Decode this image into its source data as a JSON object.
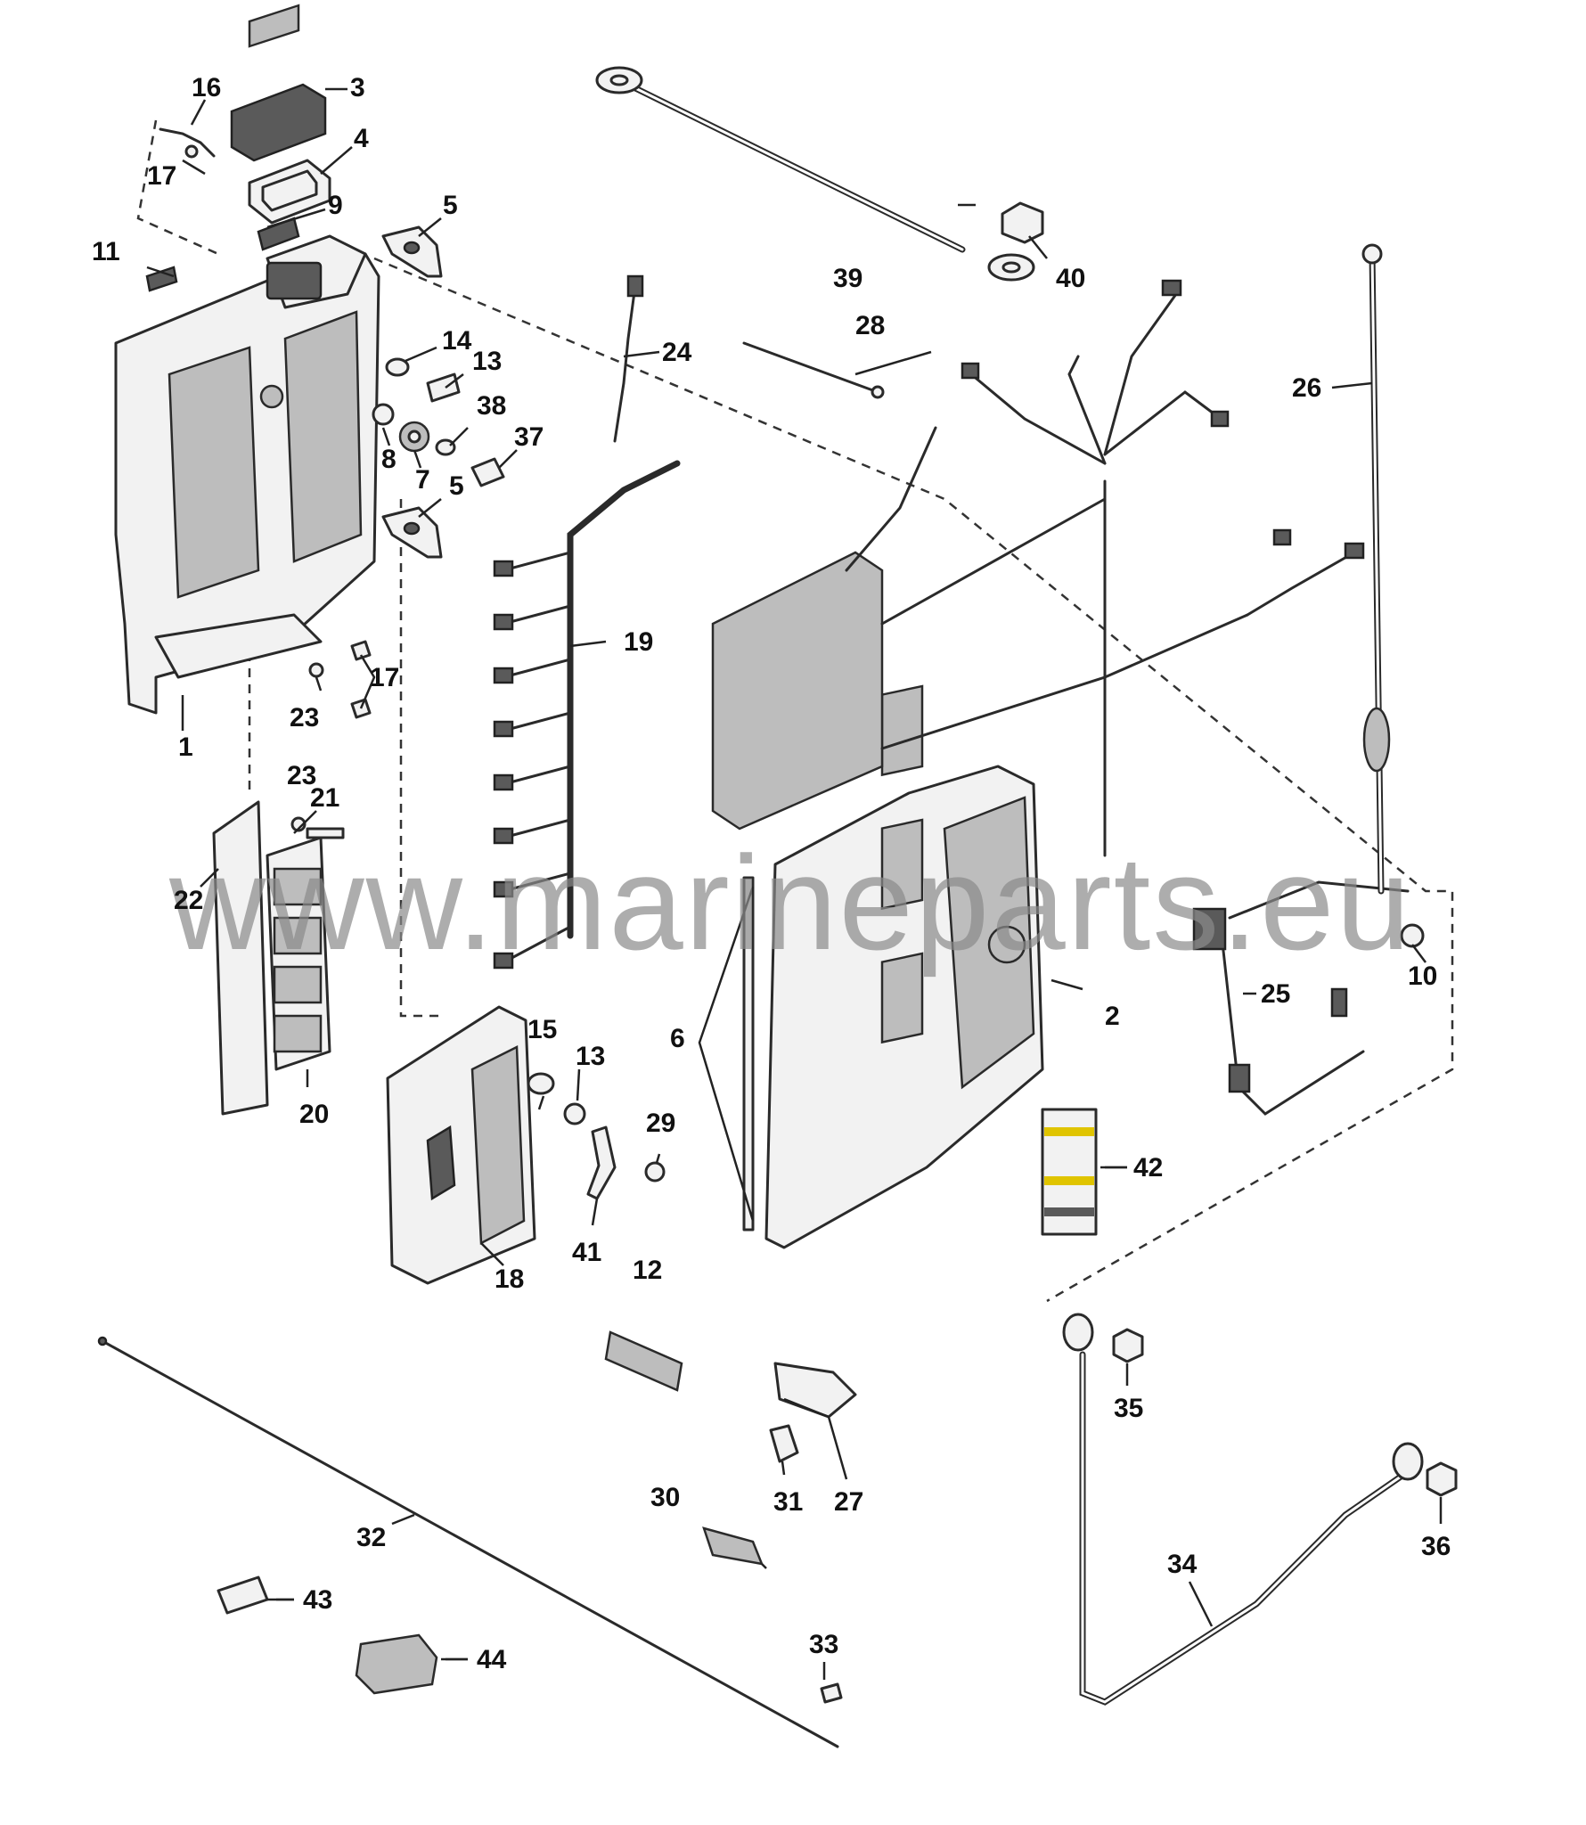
{
  "watermark": "www.marineparts.eu",
  "callouts": {
    "c1": "1",
    "c2": "2",
    "c3": "3",
    "c4": "4",
    "c5a": "5",
    "c5b": "5",
    "c6": "6",
    "c7": "7",
    "c8": "8",
    "c9": "9",
    "c10": "10",
    "c11": "11",
    "c12": "12",
    "c13a": "13",
    "c13b": "13",
    "c14": "14",
    "c15": "15",
    "c16": "16",
    "c17a": "17",
    "c17b": "17",
    "c18": "18",
    "c19": "19",
    "c20": "20",
    "c21": "21",
    "c22": "22",
    "c23a": "23",
    "c23b": "23",
    "c24": "24",
    "c25": "25",
    "c26": "26",
    "c27": "27",
    "c28": "28",
    "c29": "29",
    "c30": "30",
    "c31": "31",
    "c32": "32",
    "c33": "33",
    "c34": "34",
    "c35": "35",
    "c36": "36",
    "c37": "37",
    "c38": "38",
    "c39": "39",
    "c40": "40",
    "c41": "41",
    "c42": "42",
    "c43": "43",
    "c44": "44"
  }
}
